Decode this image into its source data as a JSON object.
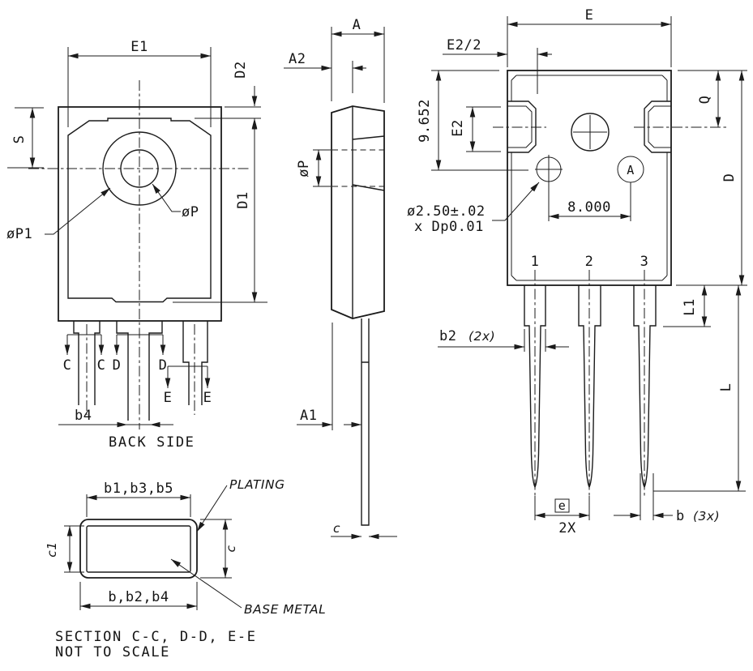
{
  "back_view": {
    "dim_e1": "E1",
    "dim_d2": "D2",
    "dim_s": "S",
    "dim_d1": "D1",
    "label_p1": "øP1",
    "label_p": "øP",
    "section_c": "C",
    "section_d": "D",
    "section_e": "E",
    "dim_b4": "b4",
    "caption": "BACK SIDE"
  },
  "side_view": {
    "dim_a": "A",
    "dim_a2": "A2",
    "dim_p": "øP",
    "dim_a1": "A1",
    "dim_c": "c"
  },
  "front_view": {
    "dim_e": "E",
    "dim_e2_half": "E2/2",
    "dim_9652": "9.652",
    "dim_e2": "E2",
    "dim_q": "Q",
    "dim_d": "D",
    "hole_note_1": "ø2.50±.02",
    "hole_note_2": "x Dp0.01",
    "datum_a": "A",
    "dim_8000": "8.000",
    "pin_1": "1",
    "pin_2": "2",
    "pin_3": "3",
    "dim_l1": "L1",
    "dim_l": "L",
    "dim_b2": "b2",
    "dim_b2_qty": "(2x)",
    "dim_e_pitch": "e",
    "dim_e_qty": "2X",
    "dim_b": "b",
    "dim_b_qty": "(3x)"
  },
  "section_view": {
    "dim_top": "b1,b3,b5",
    "dim_bottom": "b,b2,b4",
    "dim_c1": "c1",
    "dim_c": "c",
    "label_plating": "PLATING",
    "label_base_metal": "BASE METAL",
    "caption_1": "SECTION C-C, D-D, E-E",
    "caption_2": "NOT TO SCALE"
  }
}
